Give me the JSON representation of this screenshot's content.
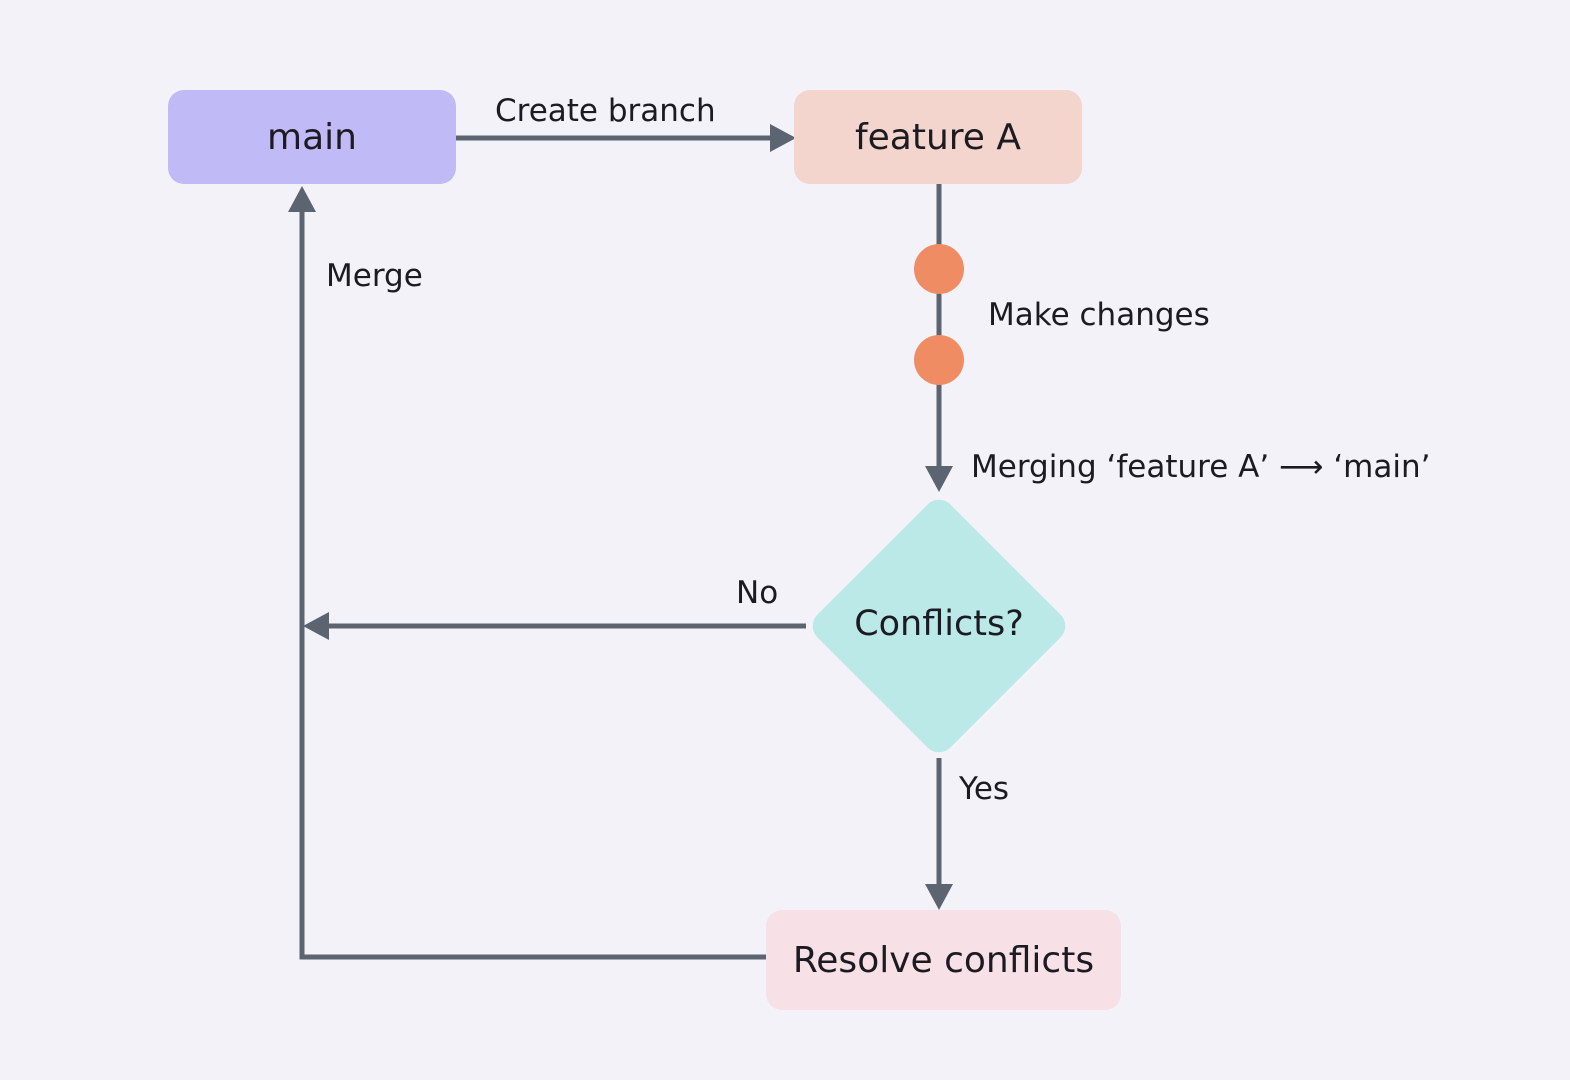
{
  "colors": {
    "background": "#f4f2f9",
    "main_node": "#c0baf6",
    "feature_node": "#f3d5cd",
    "decision_node": "#bae9e8",
    "resolve_node": "#f7e1e6",
    "commit_dot": "#ef8c63",
    "connector": "#5b6470",
    "text": "#1d1b22"
  },
  "nodes": {
    "main": "main",
    "feature": "feature A",
    "decision": "Conflicts?",
    "resolve": "Resolve conflicts"
  },
  "edges": {
    "create_branch": "Create branch",
    "make_changes": "Make changes",
    "merging": "Merging ‘feature A’ ⟶ ‘main’",
    "no": "No",
    "yes": "Yes",
    "merge": "Merge"
  },
  "commits": 2
}
